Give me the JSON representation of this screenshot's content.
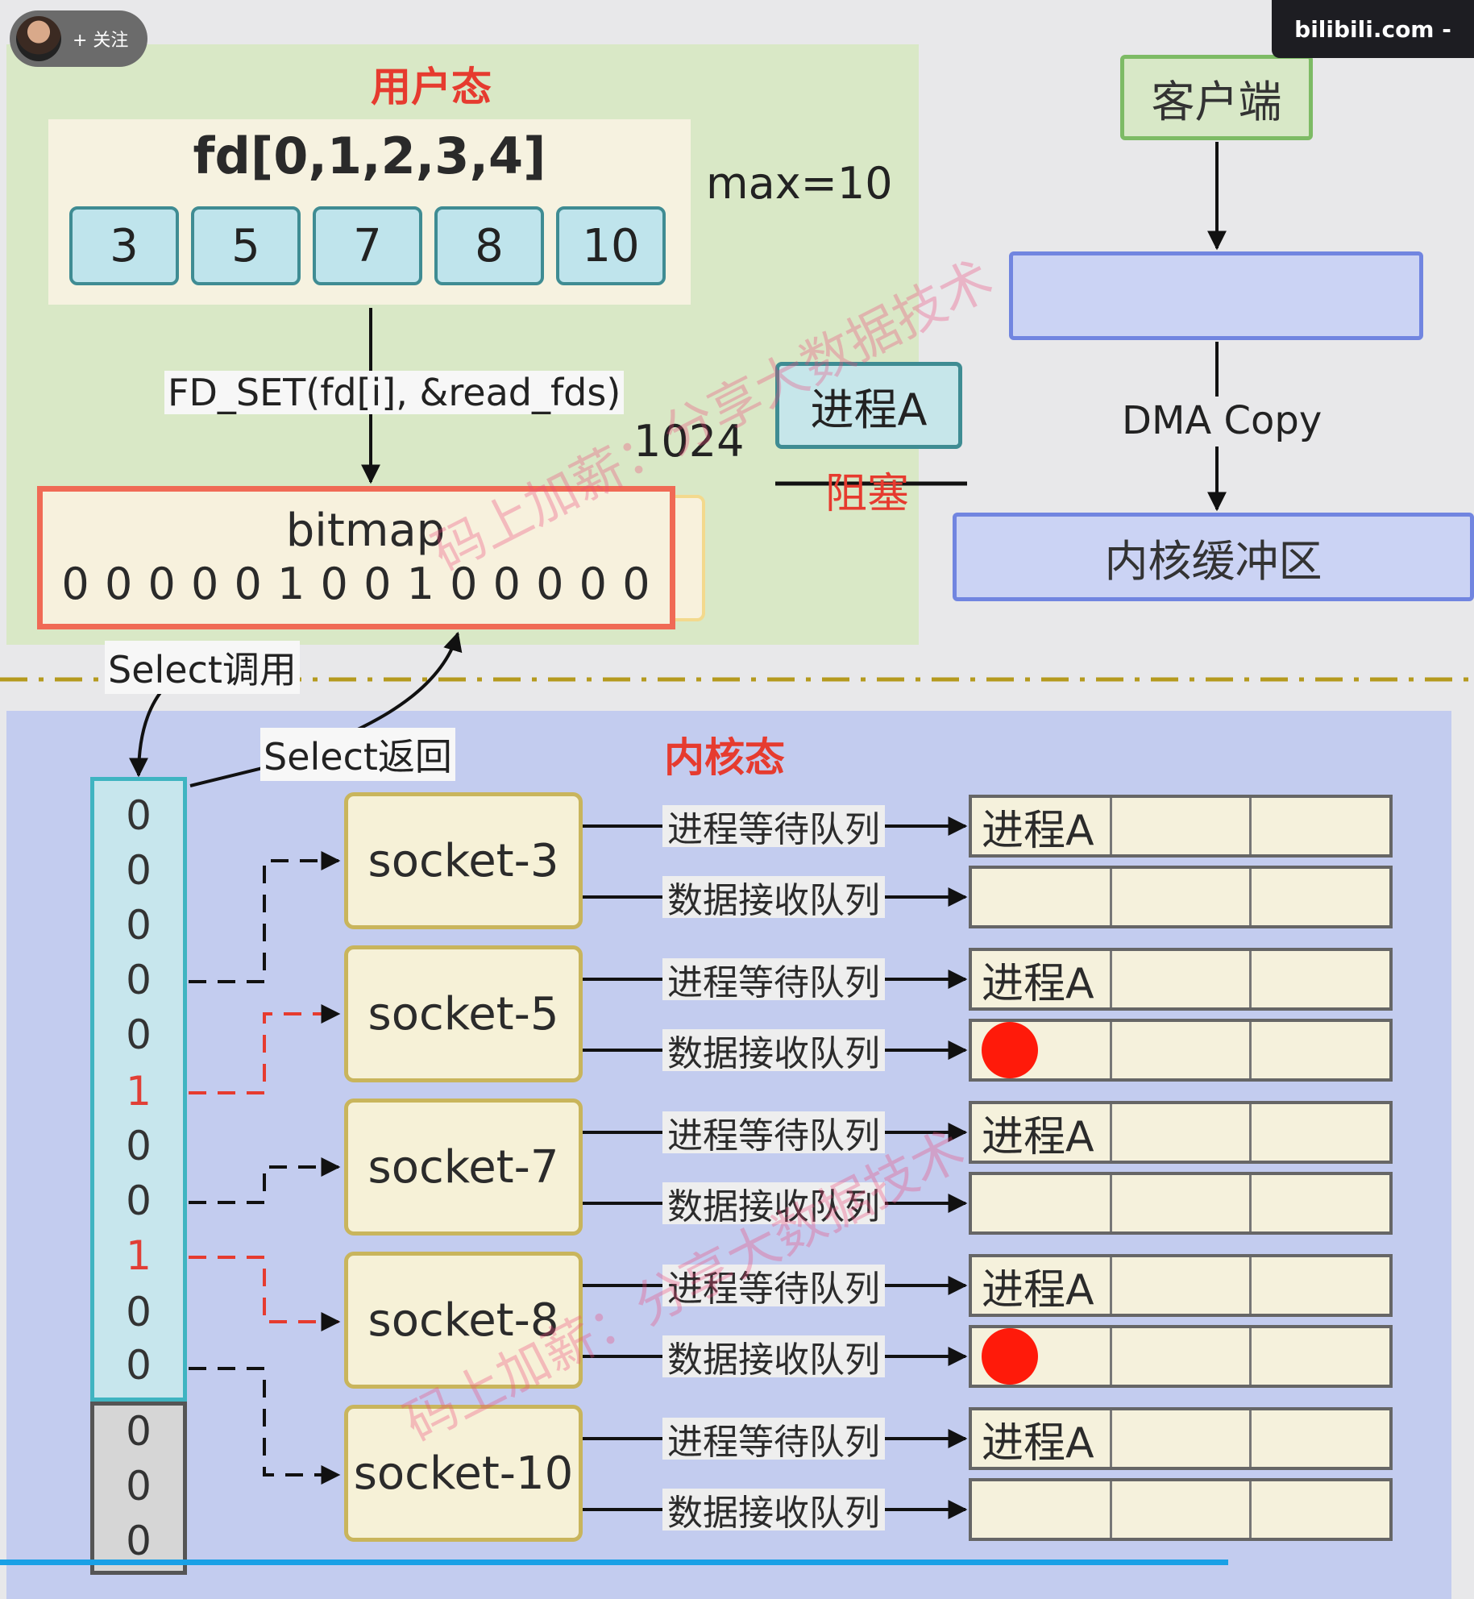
{
  "user_space": {
    "title": "用户态",
    "fd_array_label": "fd[0,1,2,3,4]",
    "fd_values": [
      "3",
      "5",
      "7",
      "8",
      "10"
    ],
    "max_label": "max=10",
    "fd_set_label": "FD_SET(fd[i], &read_fds)",
    "limit_label": "1024",
    "bitmap_title": "bitmap",
    "bitmap_bits": "0 0 0 0 0 1 0 0 1 0 0 0 0 0",
    "select_call_label": "Select调用",
    "select_return_label": "Select返回"
  },
  "process": {
    "name": "进程A",
    "state": "阻塞"
  },
  "network_side": {
    "client_label": "客户端",
    "dma_label": "DMA Copy",
    "kernel_buffer_label": "内核缓冲区"
  },
  "kernel_space": {
    "title": "内核态",
    "bits": [
      "0",
      "0",
      "0",
      "0",
      "0",
      "1",
      "0",
      "0",
      "1",
      "0",
      "0"
    ],
    "extra_bits": [
      "0",
      "0",
      "0"
    ],
    "wait_queue_label": "进程等待队列",
    "recv_queue_label": "数据接收队列",
    "sockets": [
      {
        "name": "socket-3",
        "wait_entry": "进程A",
        "has_data": false
      },
      {
        "name": "socket-5",
        "wait_entry": "进程A",
        "has_data": true
      },
      {
        "name": "socket-7",
        "wait_entry": "进程A",
        "has_data": false
      },
      {
        "name": "socket-8",
        "wait_entry": "进程A",
        "has_data": true
      },
      {
        "name": "socket-10",
        "wait_entry": "进程A",
        "has_data": false
      }
    ]
  },
  "watermark": "码上加薪：分享大数据技术",
  "overlay": {
    "follow_label": "+ 关注",
    "site": "bilibili.com -"
  },
  "colors": {
    "user_bg": "#d9e8c6",
    "kernel_bg": "#c3ccef",
    "accent_red": "#e63b2f",
    "data_dot": "#ff1a0a"
  }
}
